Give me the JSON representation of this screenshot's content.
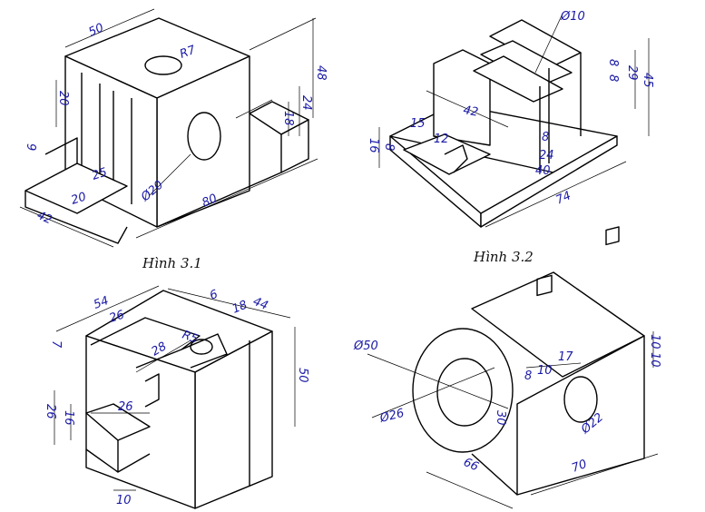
{
  "figures": [
    {
      "caption": "Hình 3.1",
      "dims": [
        "50",
        "R7",
        "48",
        "24",
        "18",
        "20",
        "9",
        "25",
        "20",
        "42",
        "Ø20",
        "80"
      ]
    },
    {
      "caption": "Hình 3.2",
      "dims": [
        "Ø10",
        "8",
        "8",
        "29",
        "45",
        "42",
        "15",
        "12",
        "16",
        "8",
        "8",
        "24",
        "40",
        "74"
      ]
    },
    {
      "caption": "",
      "dims": [
        "54",
        "26",
        "6",
        "18",
        "44",
        "7",
        "R5",
        "28",
        "50",
        "26",
        "16",
        "26",
        "10"
      ]
    },
    {
      "caption": "",
      "dims": [
        "Ø50",
        "8",
        "10",
        "17",
        "10",
        "10",
        "30",
        "Ø26",
        "Ø22",
        "66",
        "70"
      ]
    }
  ],
  "colors": {
    "dimension": "#1a1aa6",
    "line": "#000000"
  }
}
